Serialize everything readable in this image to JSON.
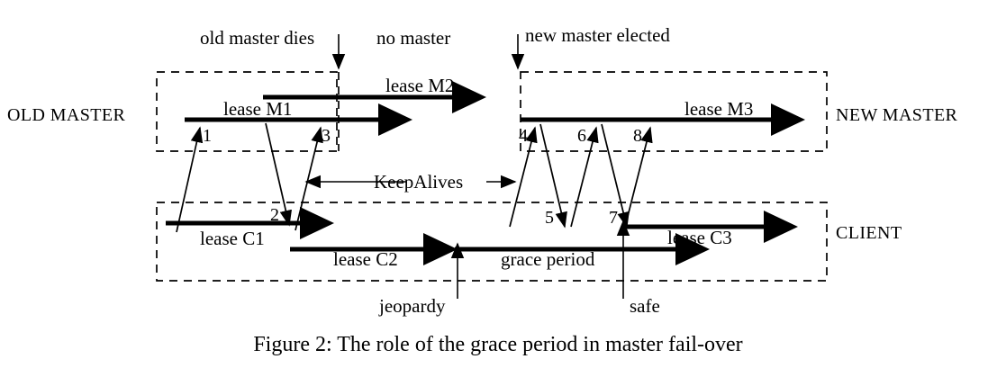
{
  "figure": {
    "caption": "Figure 2: The role of the grace period in master fail-over",
    "caption_label": "Figure 2:",
    "caption_body": "The role of the grace period in master fail-over"
  },
  "event_labels": [
    {
      "id": "old-master-dies",
      "text": "old master dies"
    },
    {
      "id": "no-master",
      "text": "no master"
    },
    {
      "id": "new-master-elected",
      "text": "new master elected"
    }
  ],
  "side_labels": [
    {
      "id": "old-master",
      "text": "OLD MASTER"
    },
    {
      "id": "new-master",
      "text": "NEW MASTER"
    },
    {
      "id": "client",
      "text": "CLIENT"
    }
  ],
  "lease_labels": [
    {
      "id": "lease-m1",
      "text": "lease M1"
    },
    {
      "id": "lease-m2",
      "text": "lease M2"
    },
    {
      "id": "lease-m3",
      "text": "lease M3"
    },
    {
      "id": "lease-c1",
      "text": "lease C1"
    },
    {
      "id": "lease-c2",
      "text": "lease C2"
    },
    {
      "id": "lease-c3",
      "text": "lease C3"
    },
    {
      "id": "grace-period",
      "text": "grace period"
    }
  ],
  "annotation_labels": [
    {
      "id": "keepalives",
      "text": "KeepAlives"
    },
    {
      "id": "jeopardy",
      "text": "jeopardy"
    },
    {
      "id": "safe",
      "text": "safe"
    }
  ],
  "message_numbers": [
    {
      "id": "msg-1",
      "text": "1"
    },
    {
      "id": "msg-2",
      "text": "2"
    },
    {
      "id": "msg-3",
      "text": "3"
    },
    {
      "id": "msg-4",
      "text": "4"
    },
    {
      "id": "msg-5",
      "text": "5"
    },
    {
      "id": "msg-6",
      "text": "6"
    },
    {
      "id": "msg-7",
      "text": "7"
    },
    {
      "id": "msg-8",
      "text": "8"
    }
  ],
  "colors": {
    "ink": "#000000",
    "background": "#ffffff"
  }
}
